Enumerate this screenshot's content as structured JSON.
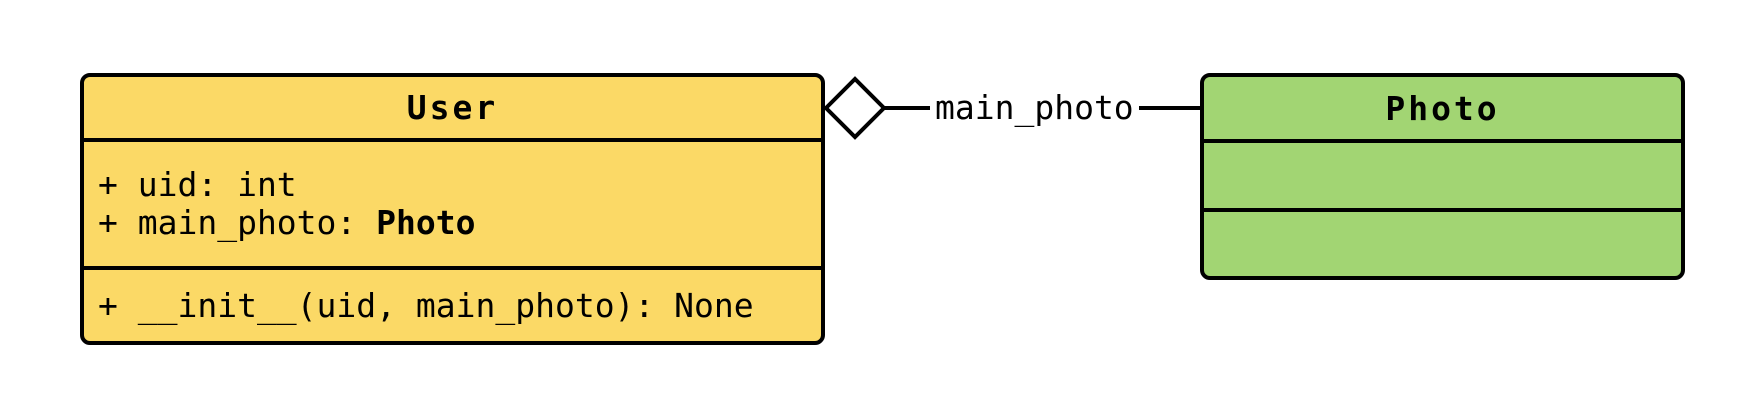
{
  "diagram": {
    "type": "uml-class-diagram",
    "classes": [
      {
        "id": "user",
        "title": "User",
        "fill": "#FBD966",
        "attributes": [
          {
            "text": "+ uid: int",
            "bold_type": ""
          },
          {
            "text": "+ main_photo: ",
            "bold_type": "Photo"
          }
        ],
        "methods": [
          {
            "text": "+ __init__(uid, main_photo): None",
            "bold_type": ""
          }
        ]
      },
      {
        "id": "photo",
        "title": "Photo",
        "fill": "#A2D573",
        "attributes": [],
        "methods": []
      }
    ],
    "relationship": {
      "from": "User",
      "to": "Photo",
      "label": "main_photo",
      "kind": "aggregation",
      "diamond_style": "hollow"
    },
    "colors": {
      "background": "#FFFFFF",
      "border": "#000000",
      "text": "#000000"
    }
  }
}
